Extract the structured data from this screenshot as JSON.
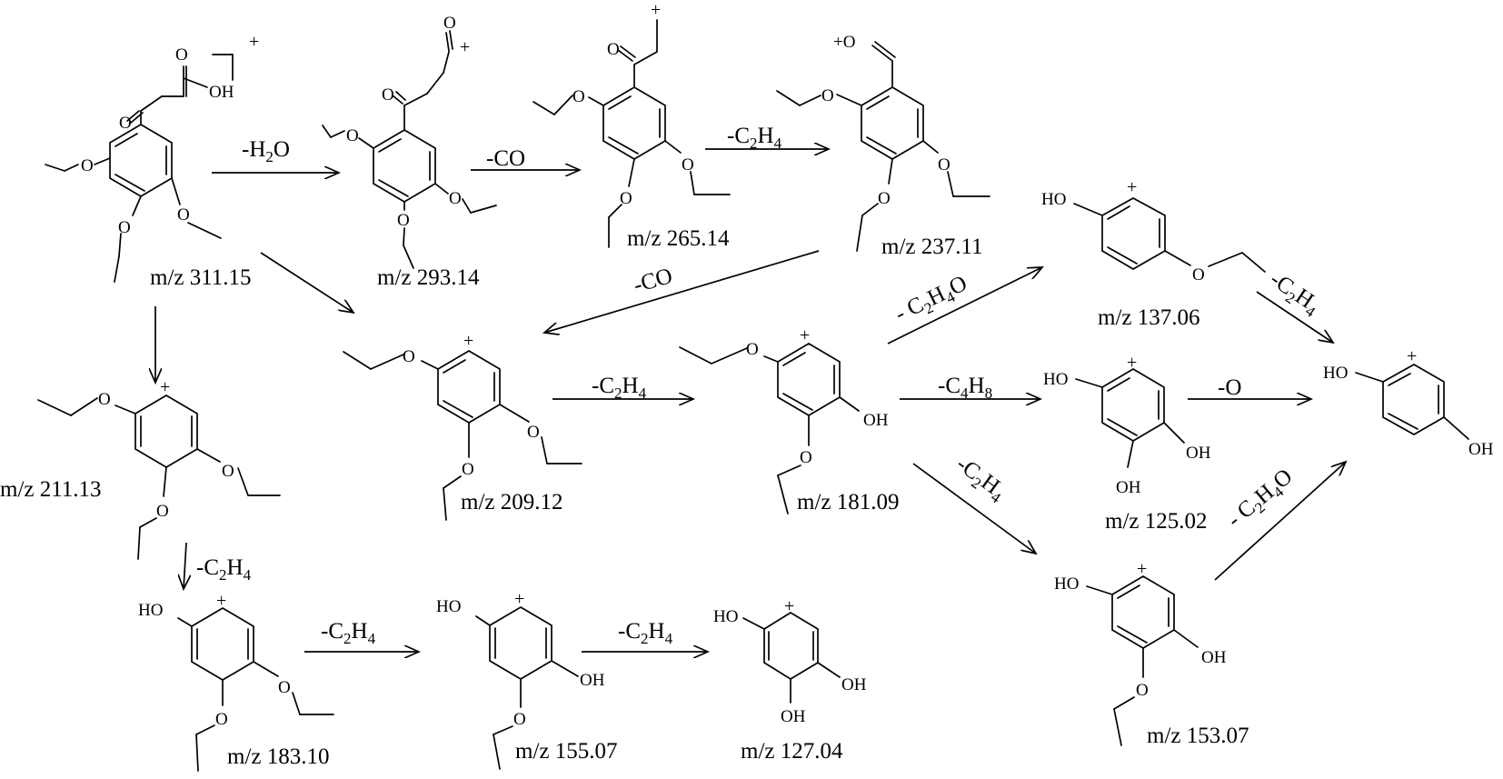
{
  "diagram": {
    "compounds": [
      {
        "id": "c311",
        "mz": "m/z 311.15"
      },
      {
        "id": "c293",
        "mz": "m/z 293.14"
      },
      {
        "id": "c265",
        "mz": "m/z 265.14"
      },
      {
        "id": "c237",
        "mz": "m/z 237.11"
      },
      {
        "id": "c211",
        "mz": "m/z 211.13"
      },
      {
        "id": "c209",
        "mz": "m/z 209.12"
      },
      {
        "id": "c181",
        "mz": "m/z 181.09"
      },
      {
        "id": "c137",
        "mz": "m/z 137.06"
      },
      {
        "id": "c125",
        "mz": "m/z 125.02"
      },
      {
        "id": "c153",
        "mz": "m/z 153.07"
      },
      {
        "id": "c183",
        "mz": "m/z 183.10"
      },
      {
        "id": "c155",
        "mz": "m/z 155.07"
      },
      {
        "id": "c127",
        "mz": "m/z 127.04"
      },
      {
        "id": "final",
        "mz": ""
      }
    ],
    "losses": {
      "h2o": {
        "pre": "-H",
        "sub": "2",
        "post": "O"
      },
      "co": "-CO",
      "c2h4": {
        "pre": "-C",
        "sub1": "2",
        "mid": "H",
        "sub2": "4"
      },
      "c4h8": {
        "pre": "-C",
        "sub1": "4",
        "mid": "H",
        "sub2": "8"
      },
      "c2h4o": {
        "pre": "- C",
        "sub1": "2",
        "mid": "H",
        "sub2": "4",
        "post": "O"
      }
    },
    "atoms": {
      "oxygen": "O",
      "hydroxyl": "OH",
      "hydroxyl_left": "HO",
      "oxo_cation": "+O",
      "charge": "+"
    }
  }
}
